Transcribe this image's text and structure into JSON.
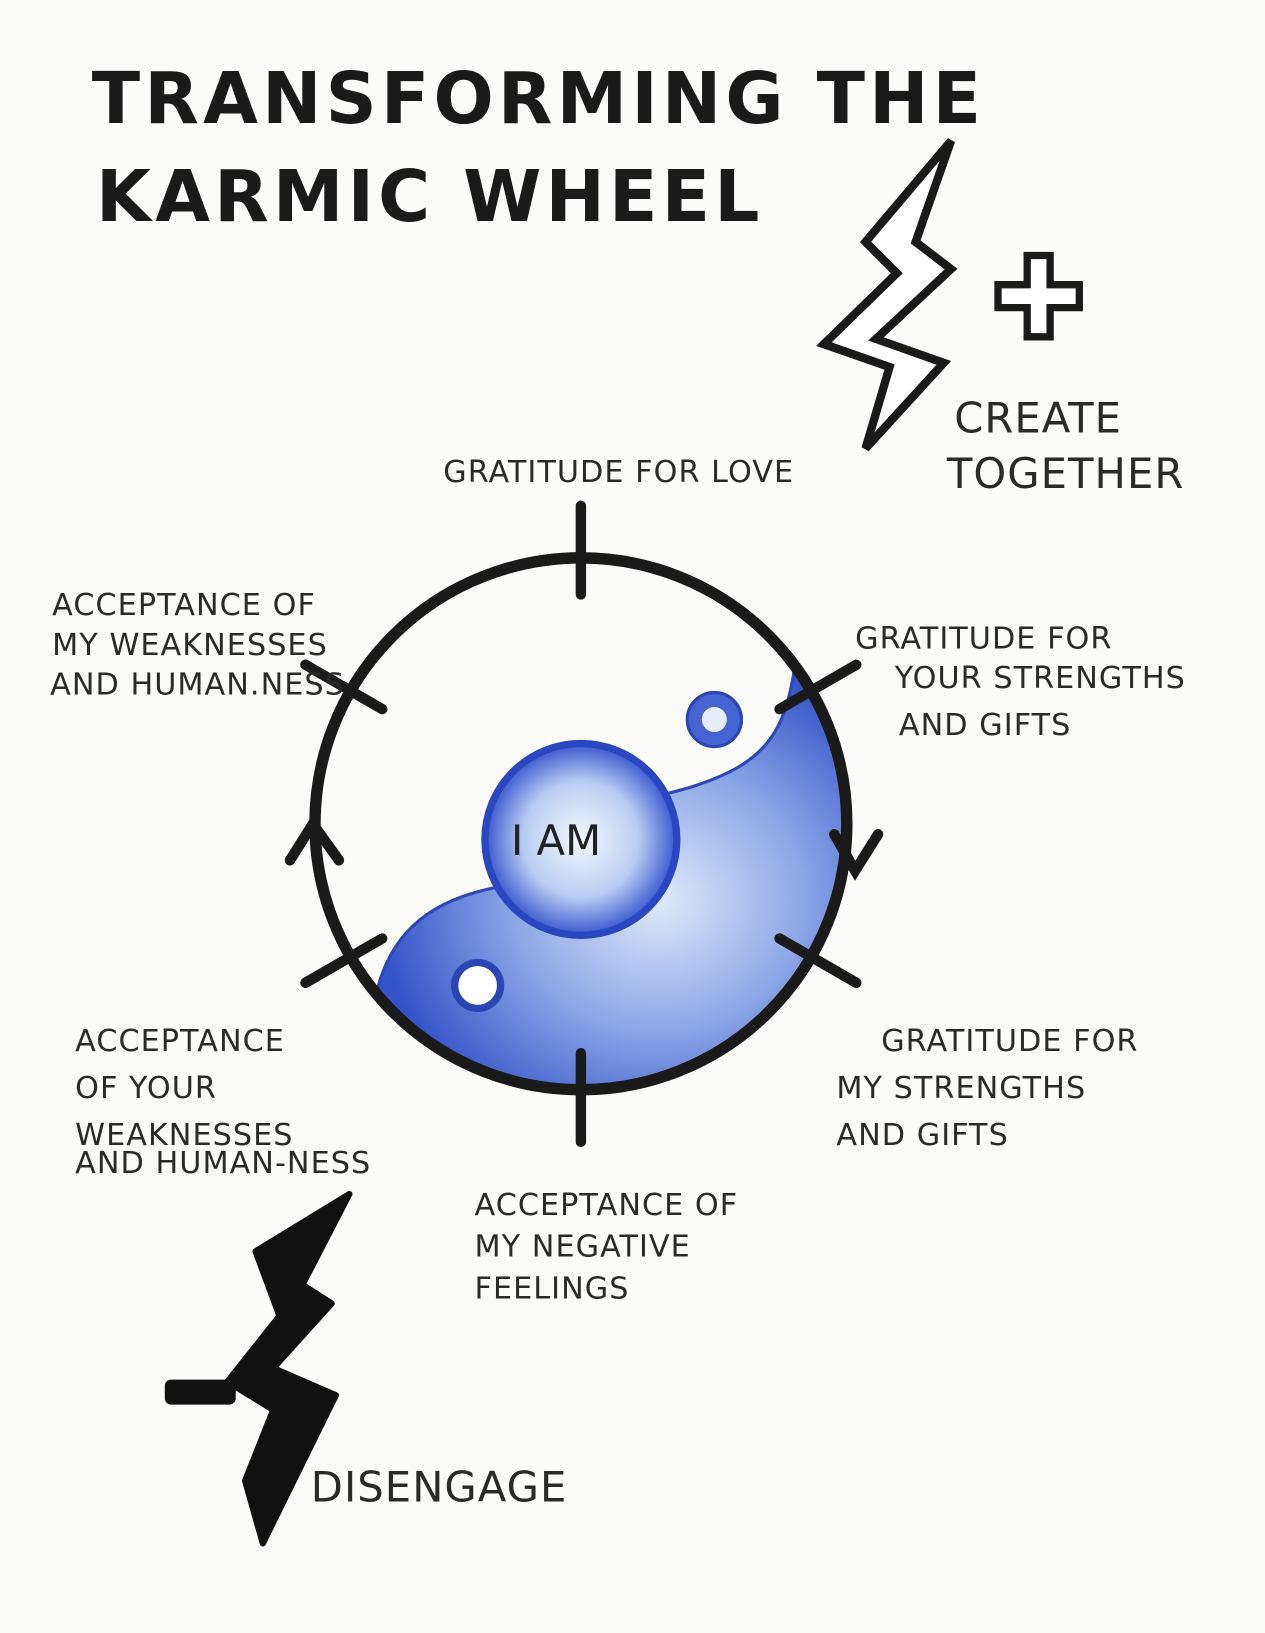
{
  "title": {
    "line1": "TRANSFORMING THE",
    "line2": "KARMIC WHEEL"
  },
  "center_label": "I AM",
  "positive": {
    "symbol": "+",
    "line1": "CREATE",
    "line2": "TOGETHER"
  },
  "negative": {
    "symbol": "-",
    "label": "DISENGAGE"
  },
  "wheel_labels": {
    "top": [
      "GRATITUDE FOR LOVE"
    ],
    "upper_right": [
      "GRATITUDE FOR",
      "YOUR STRENGTHS",
      "AND GIFTS"
    ],
    "lower_right": [
      "GRATITUDE FOR",
      "MY STRENGTHS",
      "AND GIFTS"
    ],
    "bottom": [
      "ACCEPTANCE OF",
      "MY NEGATIVE",
      "FEELINGS"
    ],
    "lower_left": [
      "ACCEPTANCE",
      "OF YOUR",
      "WEAKNESSES",
      "AND HUMAN-NESS"
    ],
    "upper_left": [
      "ACCEPTANCE OF",
      "MY WEAKNESSES",
      "AND HUMAN.NESS"
    ]
  },
  "colors": {
    "ink": "#1a1a1a",
    "blue": "#3d5fd0",
    "light_blue": "#cfe0f7",
    "paper": "#fbfbf9"
  }
}
